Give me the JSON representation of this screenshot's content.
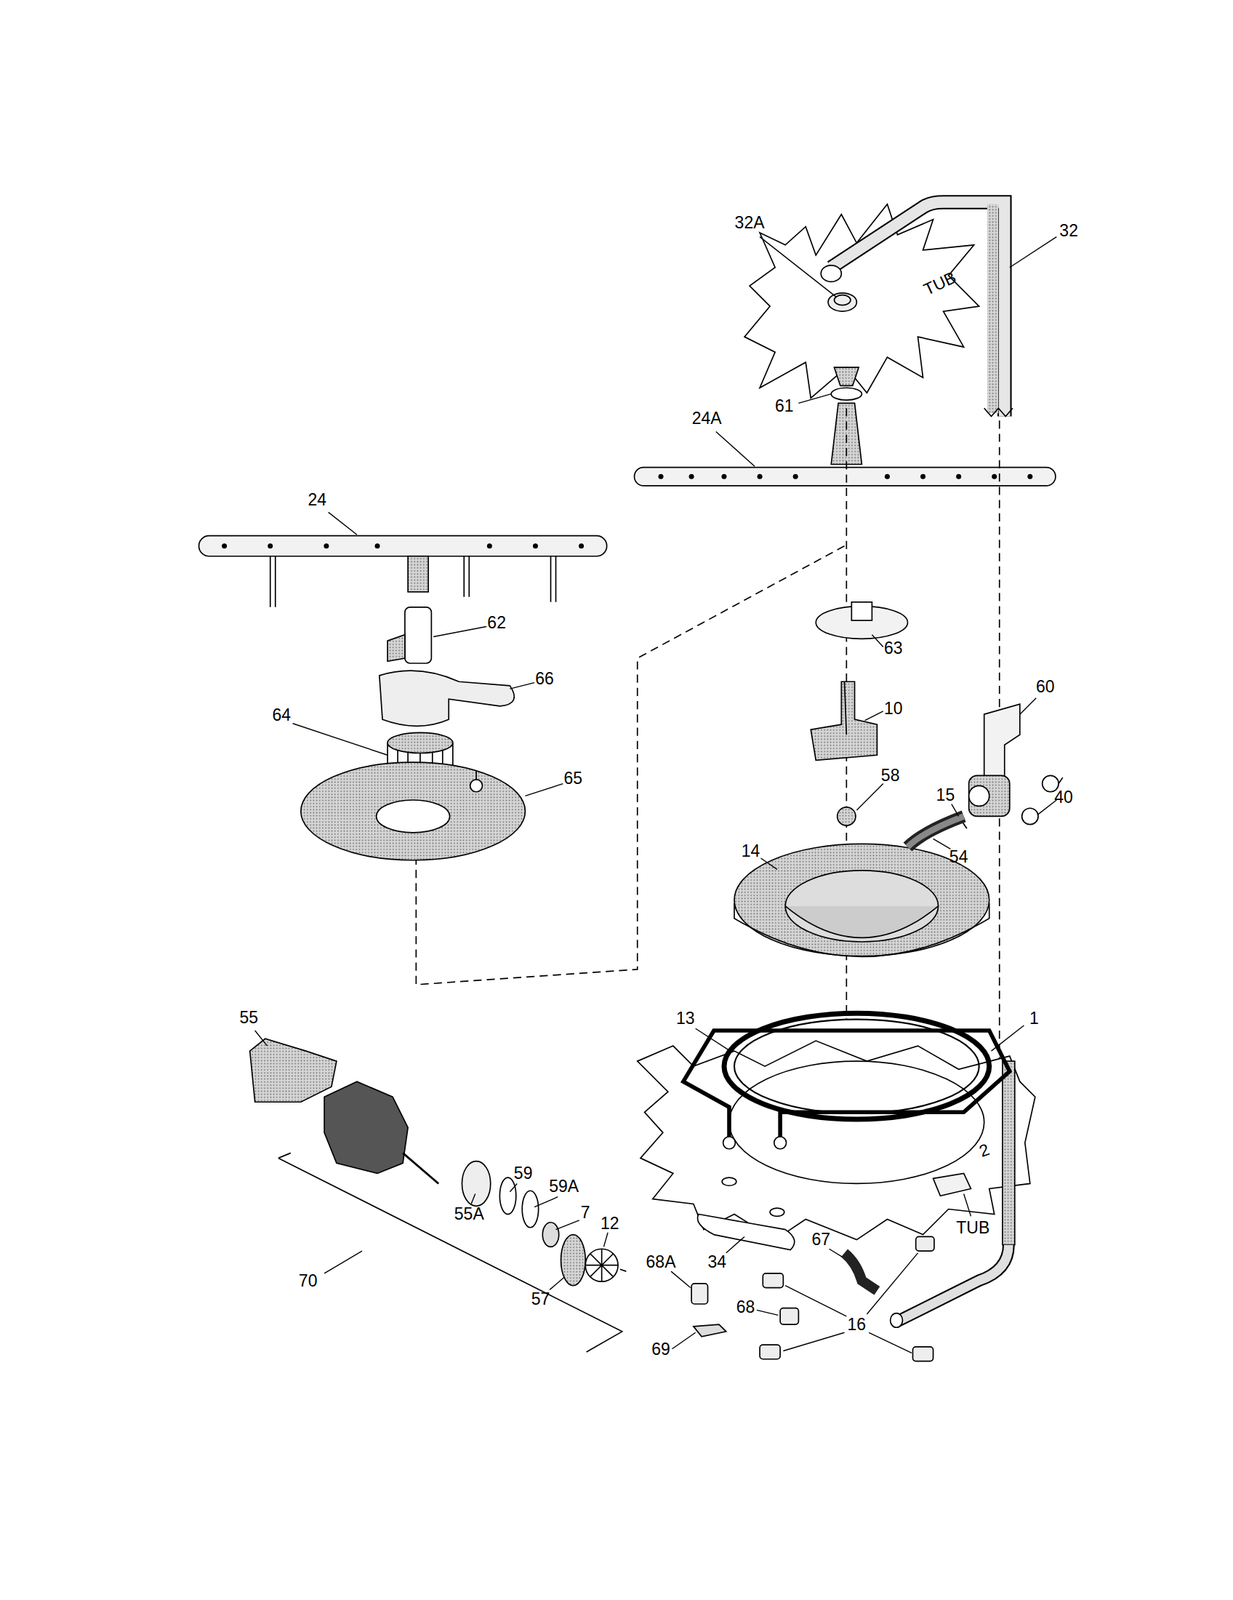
{
  "diagram": {
    "labels": [
      "32A",
      "32",
      "TUB",
      "61",
      "24A",
      "24",
      "62",
      "66",
      "63",
      "60",
      "10",
      "64",
      "15",
      "40",
      "58",
      "65",
      "54",
      "14",
      "55",
      "13",
      "1",
      "59",
      "59A",
      "70",
      "55A",
      "7",
      "12",
      "2",
      "TUB",
      "34",
      "67",
      "68A",
      "57",
      "68",
      "16",
      "69"
    ]
  }
}
